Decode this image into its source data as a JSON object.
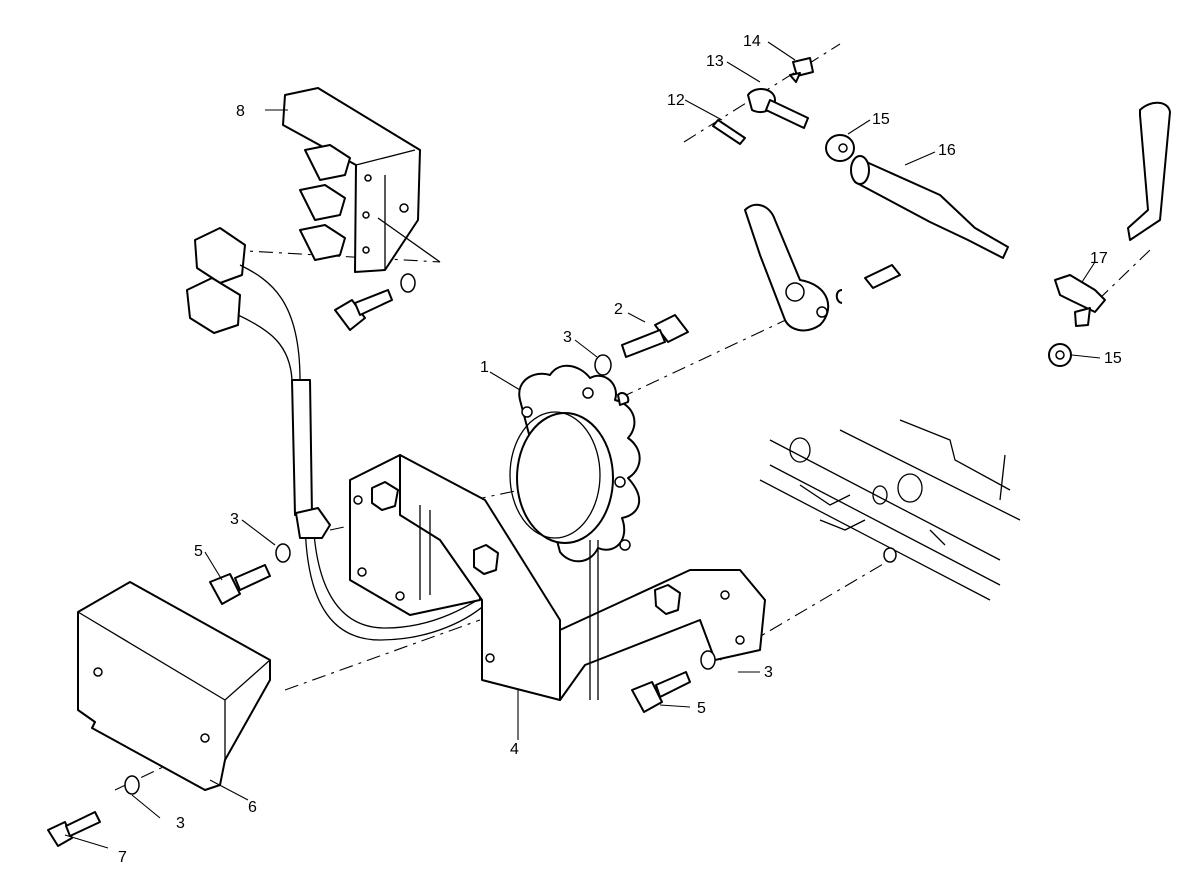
{
  "diagram": {
    "callouts": [
      {
        "id": "1",
        "text": "1"
      },
      {
        "id": "2",
        "text": "2"
      },
      {
        "id": "3a",
        "text": "3"
      },
      {
        "id": "3b",
        "text": "3"
      },
      {
        "id": "3c",
        "text": "3"
      },
      {
        "id": "3d",
        "text": "3"
      },
      {
        "id": "4",
        "text": "4"
      },
      {
        "id": "5a",
        "text": "5"
      },
      {
        "id": "5b",
        "text": "5"
      },
      {
        "id": "6",
        "text": "6"
      },
      {
        "id": "7",
        "text": "7"
      },
      {
        "id": "8",
        "text": "8"
      },
      {
        "id": "12",
        "text": "12"
      },
      {
        "id": "13",
        "text": "13"
      },
      {
        "id": "14",
        "text": "14"
      },
      {
        "id": "15a",
        "text": "15"
      },
      {
        "id": "15b",
        "text": "15"
      },
      {
        "id": "16",
        "text": "16"
      },
      {
        "id": "17",
        "text": "17"
      }
    ]
  },
  "colors": {
    "ink": "#000000",
    "paper": "#ffffff"
  }
}
